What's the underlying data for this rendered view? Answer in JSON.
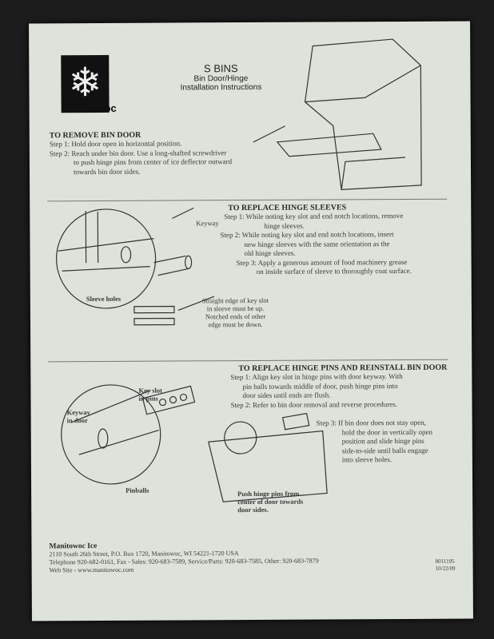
{
  "header": {
    "brand": "Manitowoc",
    "title": "S BINS",
    "subtitle1": "Bin Door/Hinge",
    "subtitle2": "Installation Instructions"
  },
  "remove": {
    "heading": "TO REMOVE BIN DOOR",
    "steps": [
      "Step 1:  Hold door open in horizontal position.",
      "Step 2:  Reach under bin door.  Use a long-shafted screwdriver",
      "to push hinge pins from center of ice deflector outward",
      "towards bin door sides."
    ]
  },
  "sleeves": {
    "heading": "TO REPLACE HINGE SLEEVES",
    "steps": [
      "Step 1:  While noting key slot and end notch locations, remove",
      "hinge sleeves.",
      "Step 2:  While noting key slot and end notch locations, insert",
      "new hinge sleeves with the same orientation as the",
      "old hinge sleeves.",
      "Step 3:  Apply a generous amount of food machinery grease",
      "on inside surface of sleeve to thoroughly coat surface."
    ],
    "labels": {
      "keyway": "Keyway",
      "sleeve_holes": "Sleeve holes",
      "note": [
        "Straight edge of key slot",
        "in sleeve must be up.",
        "Notched ends of other",
        "edge must be down."
      ]
    }
  },
  "pins": {
    "heading": "TO REPLACE HINGE PINS AND REINSTALL BIN DOOR",
    "steps": [
      "Step 1:  Align key slot in hinge pins with door keyway.  With",
      "pin balls towards middle of door, push hinge pins into",
      "door sides until ends are flush.",
      "Step 2:  Refer to bin door removal and reverse procedures."
    ],
    "step3": [
      "Step 3:  If bin door does not stay open,",
      "hold the door in vertically open",
      "position and slide hinge pins",
      "side-to-side until balls engage",
      "into sleeve holes."
    ],
    "labels": {
      "key_slot": [
        "Key slot",
        "in pins"
      ],
      "keyway_door": [
        "Keyway",
        "in door"
      ],
      "pinballs": "Pinballs",
      "push": [
        "Push hinge pins from",
        "center of door towards",
        "door sides."
      ]
    }
  },
  "footer": {
    "company": "Manitowoc Ice",
    "address": "2110 South 26th Street, P.O. Box 1720, Manitowoc, WI  54221-1720 USA",
    "phone": "Telephone 920-682-0161, Fax - Sales: 920-683-7589, Service/Parts: 920-683-7585, Other: 920-683-7879",
    "web": "Web Site - www.manitowoc.com",
    "doc_no": "8011195",
    "date": "10/22/09"
  }
}
